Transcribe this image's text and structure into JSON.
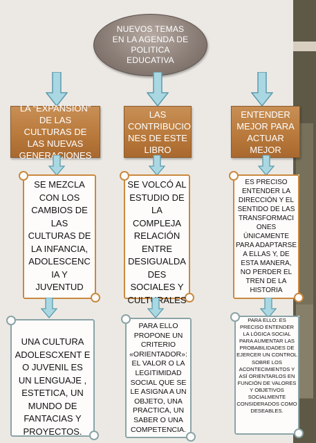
{
  "top_node": {
    "text": "NUEVOS TEMAS EN LA AGENDA DE POLITICA EDUCATIVA"
  },
  "colors": {
    "header_fill": "#b97a3c",
    "scroll_border_orange": "#c9883f",
    "scroll_border_gray": "#8aa3a6",
    "arrow_fill": "#a9d7e2",
    "sidebar": "#5e5946"
  },
  "columns": [
    {
      "header": "LA “EXPANSION” DE LAS CULTURAS DE LAS NUEVAS GENERACIONES",
      "middle": "SE MEZCLA CON LOS CAMBIOS DE LAS CULTURAS DE LA INFANCIA, ADOLESCENC IA Y JUVENTUD",
      "bottom": "UNA CULTURA ADOLESCXENT E O JUVENIL ES UN LENGUAJE , ESTETICA, UN MUNDO DE FANTACIAS Y PROYECTOS."
    },
    {
      "header": "LAS CONTRIBUCIO NES DE ESTE LIBRO",
      "middle": "SE VOLCÓ AL ESTUDIO DE LA COMPLEJA RELACIÓN ENTRE DESIGUALDA DES SOCIALES Y CULTURALES",
      "bottom": "PARA ELLO PROPONE UN CRITERIO «ORIENTADOR»: EL VALOR O LA LEGITIMIDAD SOCIAL QUE SE LE ASIGNA A UN OBJETO, UNA PRACTICA, UN SABER O UNA COMPETENCIA."
    },
    {
      "header": "ENTENDER MEJOR PARA ACTUAR MEJOR",
      "middle": "ES PRECISO ENTENDER LA DIRECCIÓN Y EL SENTIDO DE LAS TRANSFORMACI ONES ÚNICAMENTE PARA ADAPTARSE A ELLAS Y, DE ESTA MANERA, NO PERDER EL TREN DE LA HISTORIA",
      "bottom": "PARA ELLO: ES PRECISO ENTENDER LA LÓGICA SOCIAL PARA AUMENTAR LAS PROBABILIDADES DE EJERCER UN CONTROL SOBRE LOS ACONTECIMIENTOS Y ASÍ ORIENTARLOS EN FUNCIÓN DE VALORES Y OBJETIVOS SOCIALMENTE CONSIDERADOS COMO DESEABLES."
    }
  ]
}
